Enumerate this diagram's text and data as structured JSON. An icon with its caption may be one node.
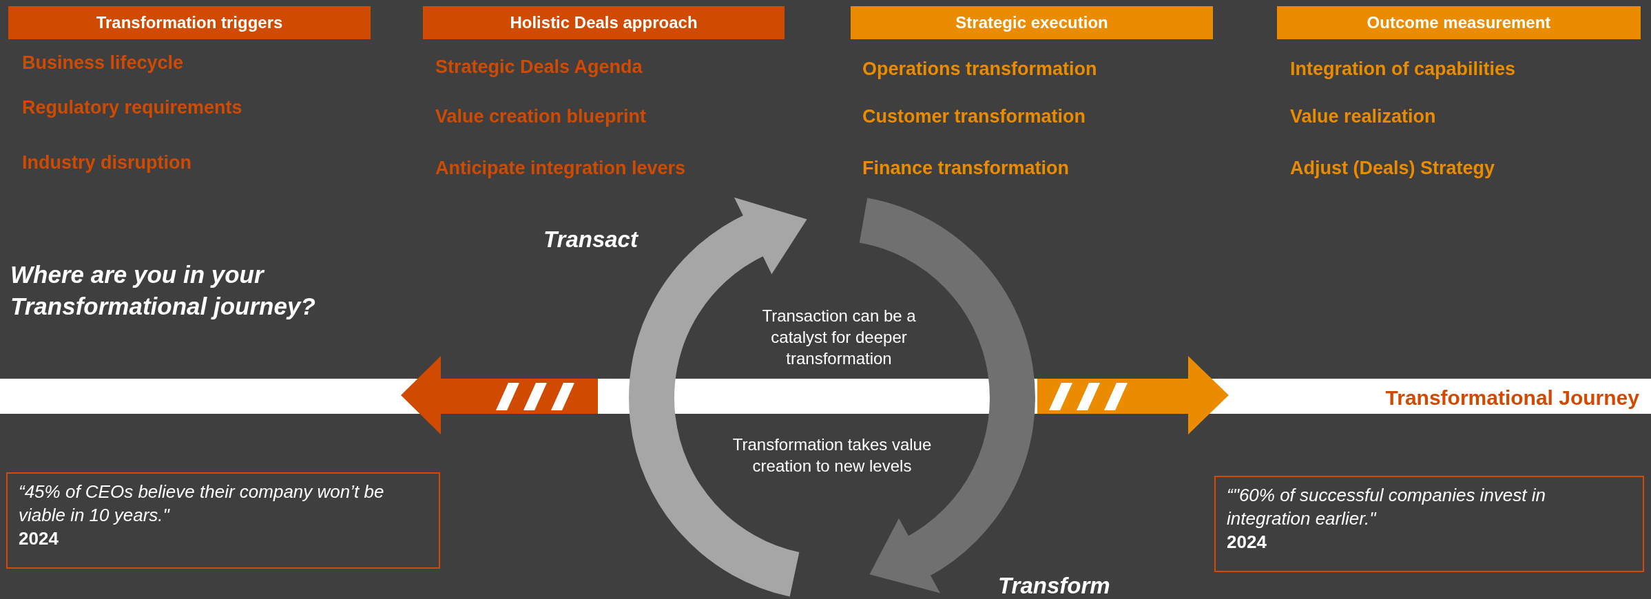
{
  "diagram": {
    "nodes": [
      {
        "text": [
          "Transformation triggers"
        ]
      },
      {
        "text": [
          "Holistic Deals approach"
        ]
      },
      {
        "text": [
          "Strategic execution"
        ]
      },
      {
        "text": [
          "Outcome measurement"
        ]
      },
      {
        "text": [
          "“45% of CEOs believe their company won’t be viable in 10 years.\"",
          "2024"
        ]
      },
      {
        "text": [
          "“\"60% of successful companies invest in integration earlier.\"",
          "2024"
        ]
      }
    ],
    "labels": [
      "Business lifecycle",
      "Regulatory requirements",
      "Industry disruption",
      "Strategic Deals Agenda",
      "Value creation blueprint",
      "Anticipate integration levers",
      "Operations transformation",
      "Customer transformation",
      "Finance transformation",
      "Integration of capabilities",
      "Value realization",
      "Adjust (Deals) Strategy",
      "Transact",
      "Where are you in your Transformational journey?",
      "Transaction can be a catalyst for deeper transformation",
      "Transformational Journey",
      "Transformation takes value creation to new levels",
      "Transform"
    ]
  }
}
